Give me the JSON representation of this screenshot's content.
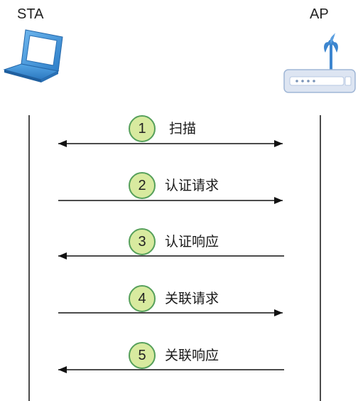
{
  "participants": {
    "left": {
      "label": "STA",
      "icon": "laptop-icon"
    },
    "right": {
      "label": "AP",
      "icon": "wireless-router-icon"
    }
  },
  "steps": [
    {
      "number": "1",
      "label": "扫描",
      "direction": "both"
    },
    {
      "number": "2",
      "label": "认证请求",
      "direction": "to-ap"
    },
    {
      "number": "3",
      "label": "认证响应",
      "direction": "to-sta"
    },
    {
      "number": "4",
      "label": "关联请求",
      "direction": "to-ap"
    },
    {
      "number": "5",
      "label": "关联响应",
      "direction": "to-sta"
    }
  ],
  "colors": {
    "badge_fill": "#d8ea9f",
    "badge_border": "#56a05b",
    "line": "#111111",
    "laptop_blue": "#3a8fd6",
    "router_body": "#dde5f2"
  }
}
